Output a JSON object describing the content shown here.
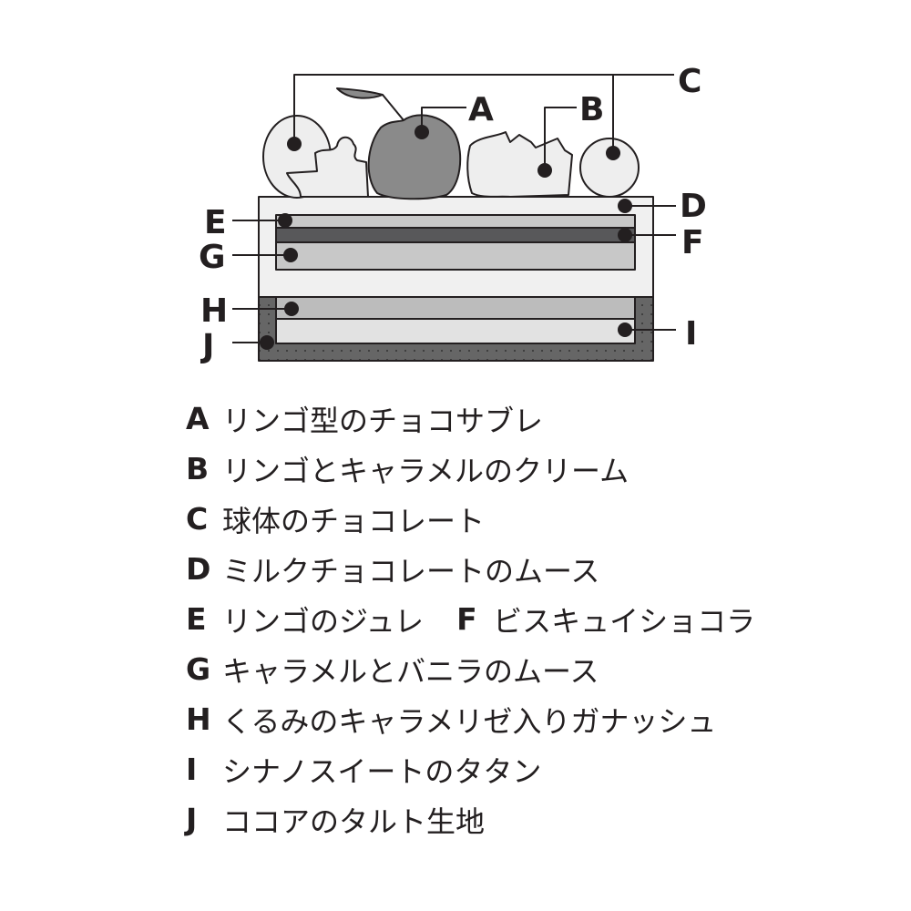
{
  "diagram": {
    "labels": [
      "A",
      "B",
      "C",
      "D",
      "E",
      "F",
      "G",
      "H",
      "I",
      "J"
    ],
    "colors": {
      "line": "#231f20",
      "mousse": "#f0f0f0",
      "jelly": "#c8c8c8",
      "biscuit": "#58585a",
      "apple": "#8a8a8a",
      "ganache": "#bcbcbc",
      "tatin": "#e2e2e2",
      "tart": "#666666",
      "cream": "#eeeeee"
    }
  },
  "legend": [
    {
      "key": "A",
      "text": "リンゴ型のチョコサブレ"
    },
    {
      "key": "B",
      "text": "リンゴとキャラメルのクリーム"
    },
    {
      "key": "C",
      "text": "球体のチョコレート"
    },
    {
      "key": "D",
      "text": "ミルクチョコレートのムース"
    },
    {
      "key": "E",
      "text": "リンゴのジュレ"
    },
    {
      "key": "F",
      "text": "ビスキュイショコラ"
    },
    {
      "key": "G",
      "text": "キャラメルとバニラのムース"
    },
    {
      "key": "H",
      "text": "くるみのキャラメリゼ入りガナッシュ"
    },
    {
      "key": "I",
      "text": "シナノスイートのタタン"
    },
    {
      "key": "J",
      "text": "ココアのタルト生地"
    }
  ]
}
